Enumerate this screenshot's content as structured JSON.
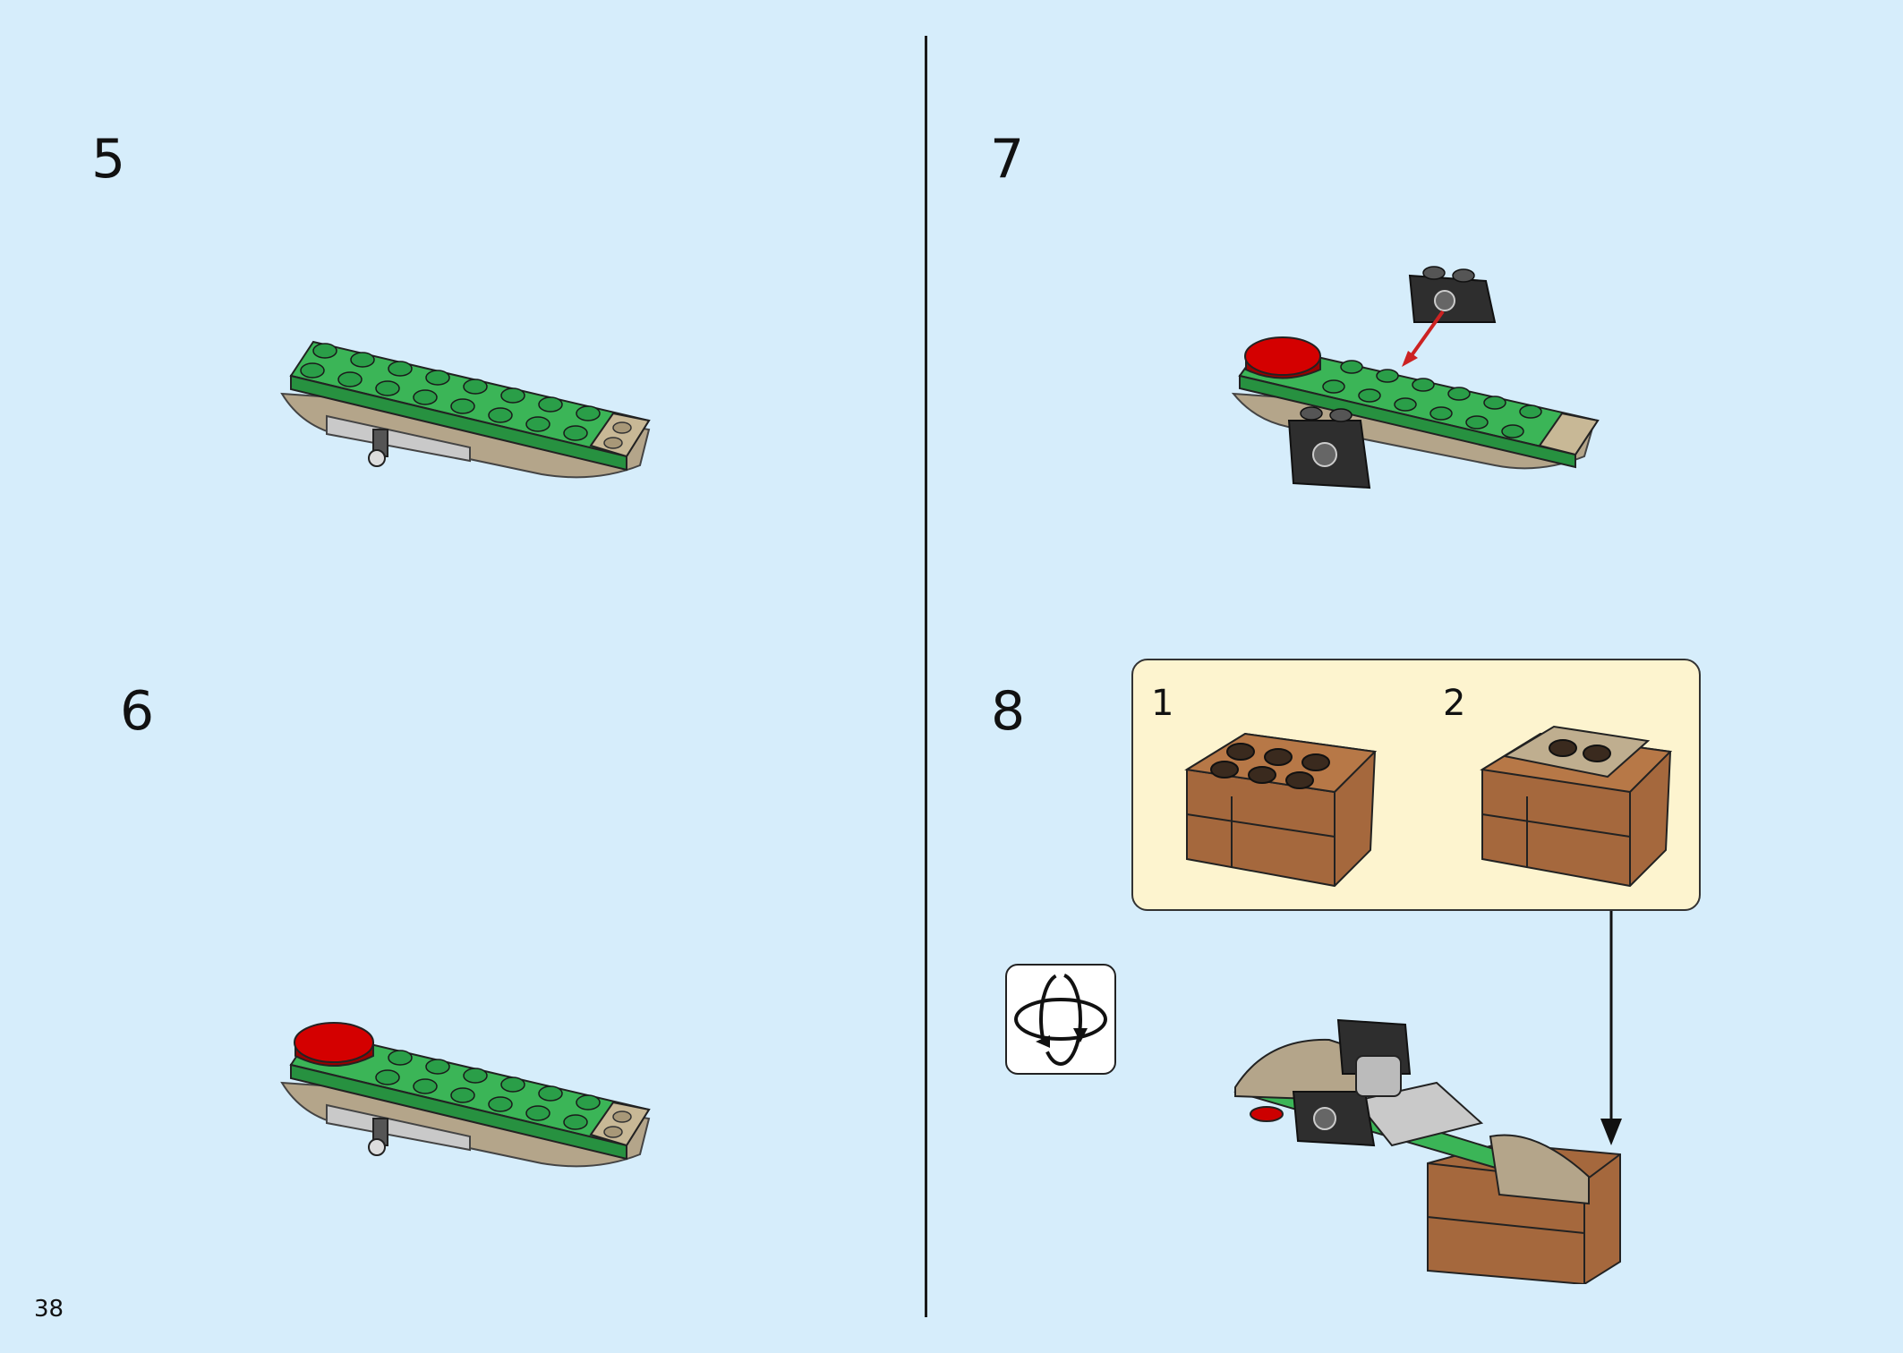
{
  "page": {
    "number": "38"
  },
  "steps": [
    {
      "number": "5",
      "icon": "green-plate-with-pin"
    },
    {
      "number": "6",
      "icon": "green-plate-with-red-round-tile"
    },
    {
      "number": "7",
      "icon": "add-black-technic-bricks"
    },
    {
      "number": "8",
      "icon": "attach-crate-subassembly"
    }
  ],
  "subassembly": {
    "substeps": [
      {
        "number": "1",
        "icon": "brown-crate"
      },
      {
        "number": "2",
        "icon": "crate-with-tan-plate"
      }
    ]
  },
  "rotate_indicator": {
    "icon": "rotate-model-icon"
  },
  "colors": {
    "background": "#d6edfb",
    "green": "#33a852",
    "red": "#cc0000",
    "tan": "#b4a58a",
    "brown": "#a0653c",
    "black": "#2b2b2b",
    "callout": "#fdf4cf"
  }
}
